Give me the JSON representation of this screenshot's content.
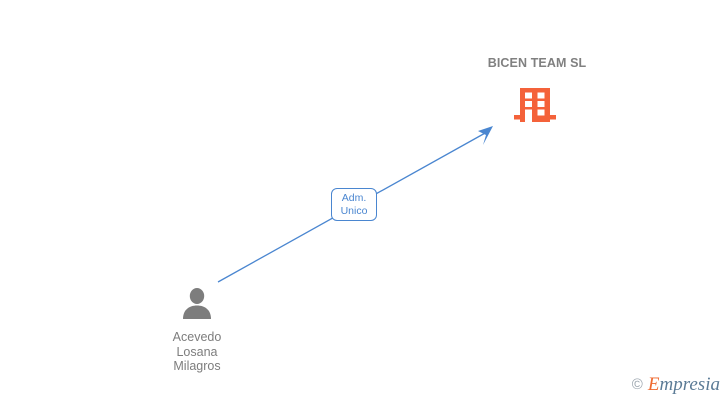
{
  "diagram": {
    "type": "corporate-relationship-graph",
    "background_color": "#ffffff",
    "company": {
      "name": "BICEN TEAM SL",
      "icon": "building-icon",
      "color": "#f4623a",
      "label_color": "#808080"
    },
    "person": {
      "name_lines": [
        "Acevedo",
        "Losana",
        "Milagros"
      ],
      "full_name": "Acevedo Losana Milagros",
      "icon": "person-icon",
      "color": "#7d7d7d"
    },
    "relation": {
      "label_lines": [
        "Adm.",
        "Unico"
      ],
      "label_text": "Adm. Unico",
      "color": "#4a86d0",
      "arrow_direction": "person-to-company"
    }
  },
  "watermark": {
    "copyright_symbol": "©",
    "brand_initial": "E",
    "brand_rest": "mpresia",
    "brand_color": "#5b7b96",
    "initial_color": "#ef6a30"
  }
}
